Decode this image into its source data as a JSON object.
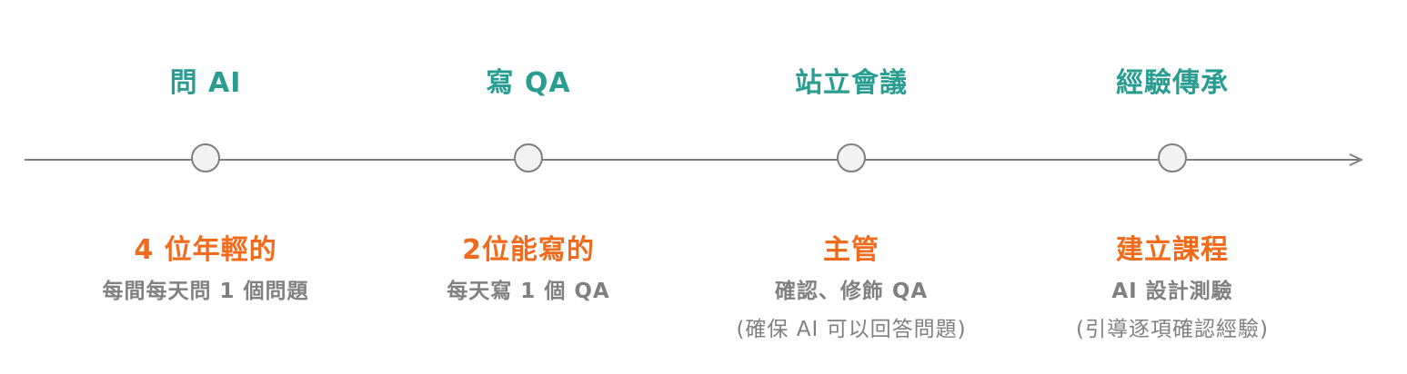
{
  "colors": {
    "phase_title": "#2a9d93",
    "actor": "#f26b1d",
    "description": "#808080",
    "line": "#7f7f7f",
    "node_fill": "#f2f2f2"
  },
  "stages": [
    {
      "phase": "問 AI",
      "actor": "4 位年輕的",
      "description": "每間每天問 1 個問題",
      "note": ""
    },
    {
      "phase": "寫 QA",
      "actor": "2位能寫的",
      "description": "每天寫 1 個 QA",
      "note": ""
    },
    {
      "phase": "站立會議",
      "actor": "主管",
      "description": "確認、修飾 QA",
      "note": "(確保 AI 可以回答問題)"
    },
    {
      "phase": "經驗傳承",
      "actor": "建立課程",
      "description": "AI 設計測驗",
      "note": "(引導逐項確認經驗)"
    }
  ]
}
